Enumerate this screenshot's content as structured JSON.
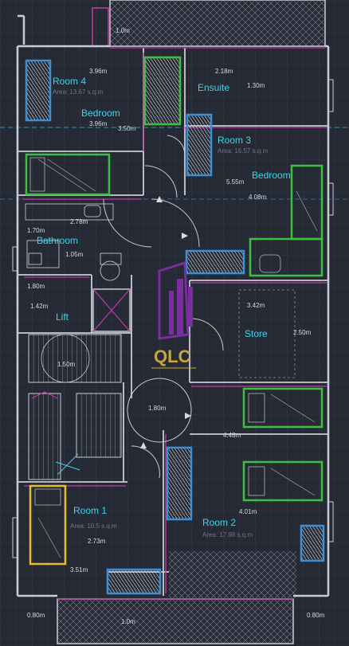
{
  "rooms": {
    "room4": "Room 4",
    "room4_area": "Area: 13.67 s.q.m",
    "bedroom_top": "Bedroom",
    "ensuite": "Ensuite",
    "room3": "Room 3",
    "room3_area": "Area: 16.57 s.q.m",
    "bedroom_right": "Bedroom",
    "bathroom": "Bathroom",
    "lift": "Lift",
    "store": "Store",
    "room1": "Room 1",
    "room1_area": "Area: 10.5 s.q.m",
    "room2": "Room 2",
    "room2_area": "Area: 17.98 s.q.m"
  },
  "dimensions": {
    "d1": "3.96m",
    "d2": "2.18m",
    "d3": "1.30m",
    "d4": "3.96m",
    "d5": "3.50m",
    "d6": "5.55m",
    "d7": "4.08m",
    "d8": "2.78m",
    "d9": "1.70m",
    "d10": "1.05m",
    "d11": "1.80m",
    "d12": "1.42m",
    "d13": "3.42m",
    "d14": "2.50m",
    "d15": "1.50m",
    "d16": "1.80m",
    "d17": "4.48m",
    "d18": "4.01m",
    "d19": "2.73m",
    "d20": "3.51m",
    "d21": "0.80m",
    "d22": "0.80m",
    "d23": "1.0m",
    "d24": "1.0m"
  },
  "logo": {
    "text": "QLC"
  },
  "colors": {
    "background": "#252a35",
    "wall": "#c8ccd4",
    "partition": "#c23aa8",
    "wardrobe": "#3a8fd8",
    "bed_green": "#3fbf3f",
    "bed_yellow": "#e3bc2e",
    "room_label": "#39d6ee",
    "logo_purple": "#7a2ea0",
    "logo_gold": "#c9a640"
  }
}
